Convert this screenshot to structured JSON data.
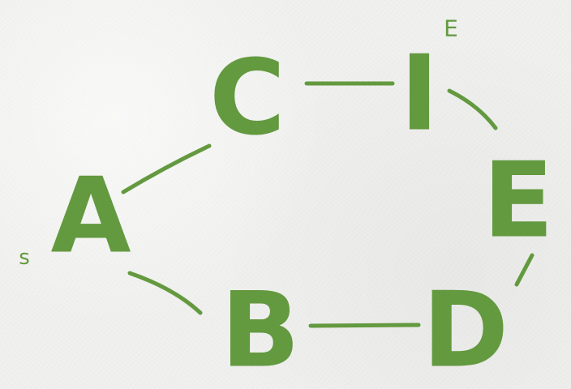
{
  "diagram": {
    "color": "#63993f",
    "nodes": [
      {
        "id": "A",
        "label": "A"
      },
      {
        "id": "B",
        "label": "B"
      },
      {
        "id": "C",
        "label": "C"
      },
      {
        "id": "D",
        "label": "D"
      },
      {
        "id": "E",
        "label": "E"
      },
      {
        "id": "I",
        "label": "I"
      }
    ],
    "edges": [
      {
        "from": "A",
        "to": "C"
      },
      {
        "from": "A",
        "to": "B"
      },
      {
        "from": "C",
        "to": "I"
      },
      {
        "from": "B",
        "to": "D"
      },
      {
        "from": "I",
        "to": "E"
      },
      {
        "from": "E",
        "to": "D"
      }
    ],
    "start_marker": "s",
    "end_marker": "E"
  }
}
